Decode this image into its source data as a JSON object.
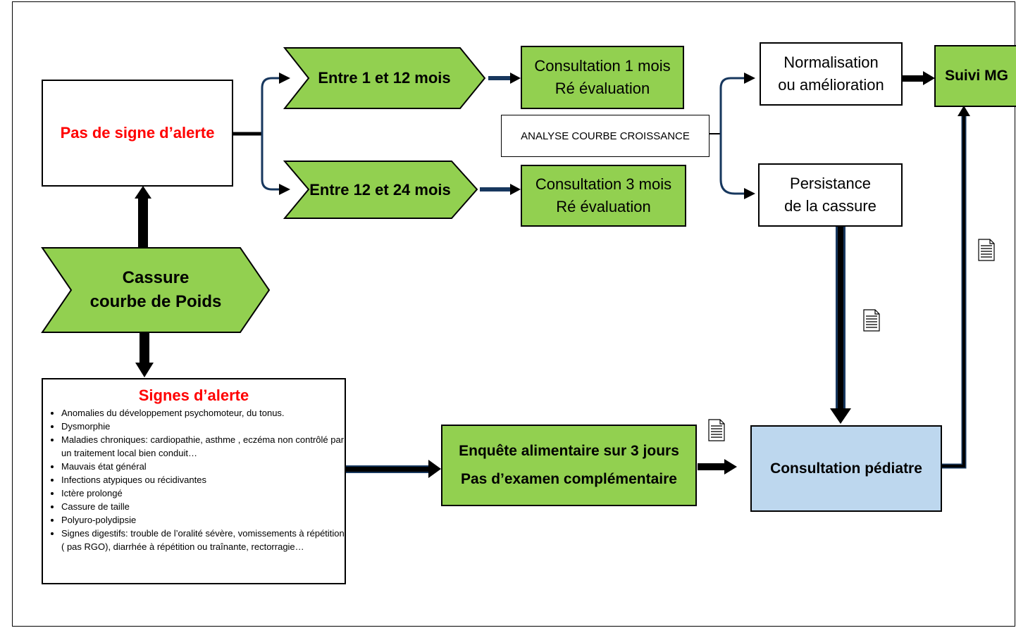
{
  "nodes": {
    "pas_de_signe": "Pas de signe d’alerte",
    "cassure_line1": "Cassure",
    "cassure_line2": "courbe de Poids",
    "entre_1_12": "Entre 1 et 12 mois",
    "entre_12_24": "Entre 12 et 24 mois",
    "consult_1_line1": "Consultation 1 mois",
    "consult_1_line2": "Ré évaluation",
    "consult_3_line1": "Consultation 3 mois",
    "consult_3_line2": "Ré évaluation",
    "analyse": "ANALYSE COURBE CROISSANCE",
    "normalisation_line1": "Normalisation",
    "normalisation_line2": "ou amélioration",
    "persistance_line1": "Persistance",
    "persistance_line2": "de la cassure",
    "suivi_mg": "Suivi MG",
    "enquete_line1": "Enquête alimentaire sur 3 jours",
    "enquete_line2": "Pas d’examen complémentaire",
    "consult_pediatre": "Consultation pédiatre"
  },
  "alert": {
    "title": "Signes d’alerte",
    "items": [
      "Anomalies du développement psychomoteur, du tonus.",
      "Dysmorphie",
      "Maladies chroniques: cardiopathie, asthme , eczéma non contrôlé par un traitement local bien conduit…",
      "Mauvais état général",
      "Infections atypiques ou récidivantes",
      "Ictère prolongé",
      "Cassure de taille",
      "Polyuro-polydipsie",
      "Signes digestifs: trouble de l’oralité sévère, vomissements à répétition ( pas RGO), diarrhée à répétition ou traînante, rectorragie…"
    ]
  },
  "colors": {
    "green": "#92d050",
    "blue": "#bdd7ee",
    "red": "#ff0000",
    "connector_dark": "#17375e"
  },
  "icons": [
    "document-icon",
    "document-icon",
    "document-icon"
  ]
}
